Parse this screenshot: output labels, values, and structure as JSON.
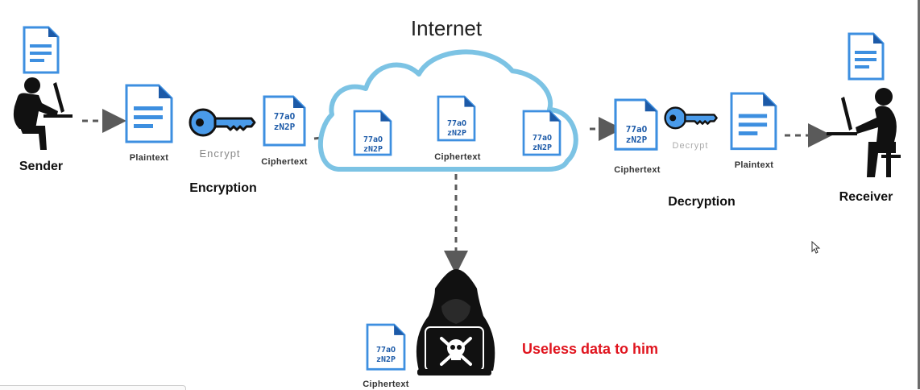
{
  "diagram": {
    "internet_label": "Internet",
    "sender_label": "Sender",
    "receiver_label": "Receiver",
    "plaintext_left": "Plaintext",
    "encrypt_key": "Encrypt",
    "ciphertext_left": "Ciphertext",
    "encryption_label": "Encryption",
    "ciphertext_cloud": "Ciphertext",
    "ciphertext_right": "Ciphertext",
    "decrypt_key": "Decrypt",
    "plaintext_right": "Plaintext",
    "decryption_label": "Decryption",
    "ciphertext_hacker": "Ciphertext",
    "useless_label": "Useless data to him",
    "cipher_line1": "77aO",
    "cipher_line2": "zN2P"
  },
  "colors": {
    "doc_blue": "#3d8fe0",
    "doc_dark": "#1c5aa8",
    "key_blue": "#4a9bea",
    "cloud_stroke": "#7cc3e4",
    "arrow_gray": "#5a5a5a",
    "warning_red": "#e0141e"
  },
  "icons": [
    "document-icon",
    "cipher-document-icon",
    "key-icon",
    "cloud-icon",
    "person-at-computer-icon",
    "hacker-icon",
    "skull-crossbones-icon",
    "mouse-cursor-icon"
  ]
}
